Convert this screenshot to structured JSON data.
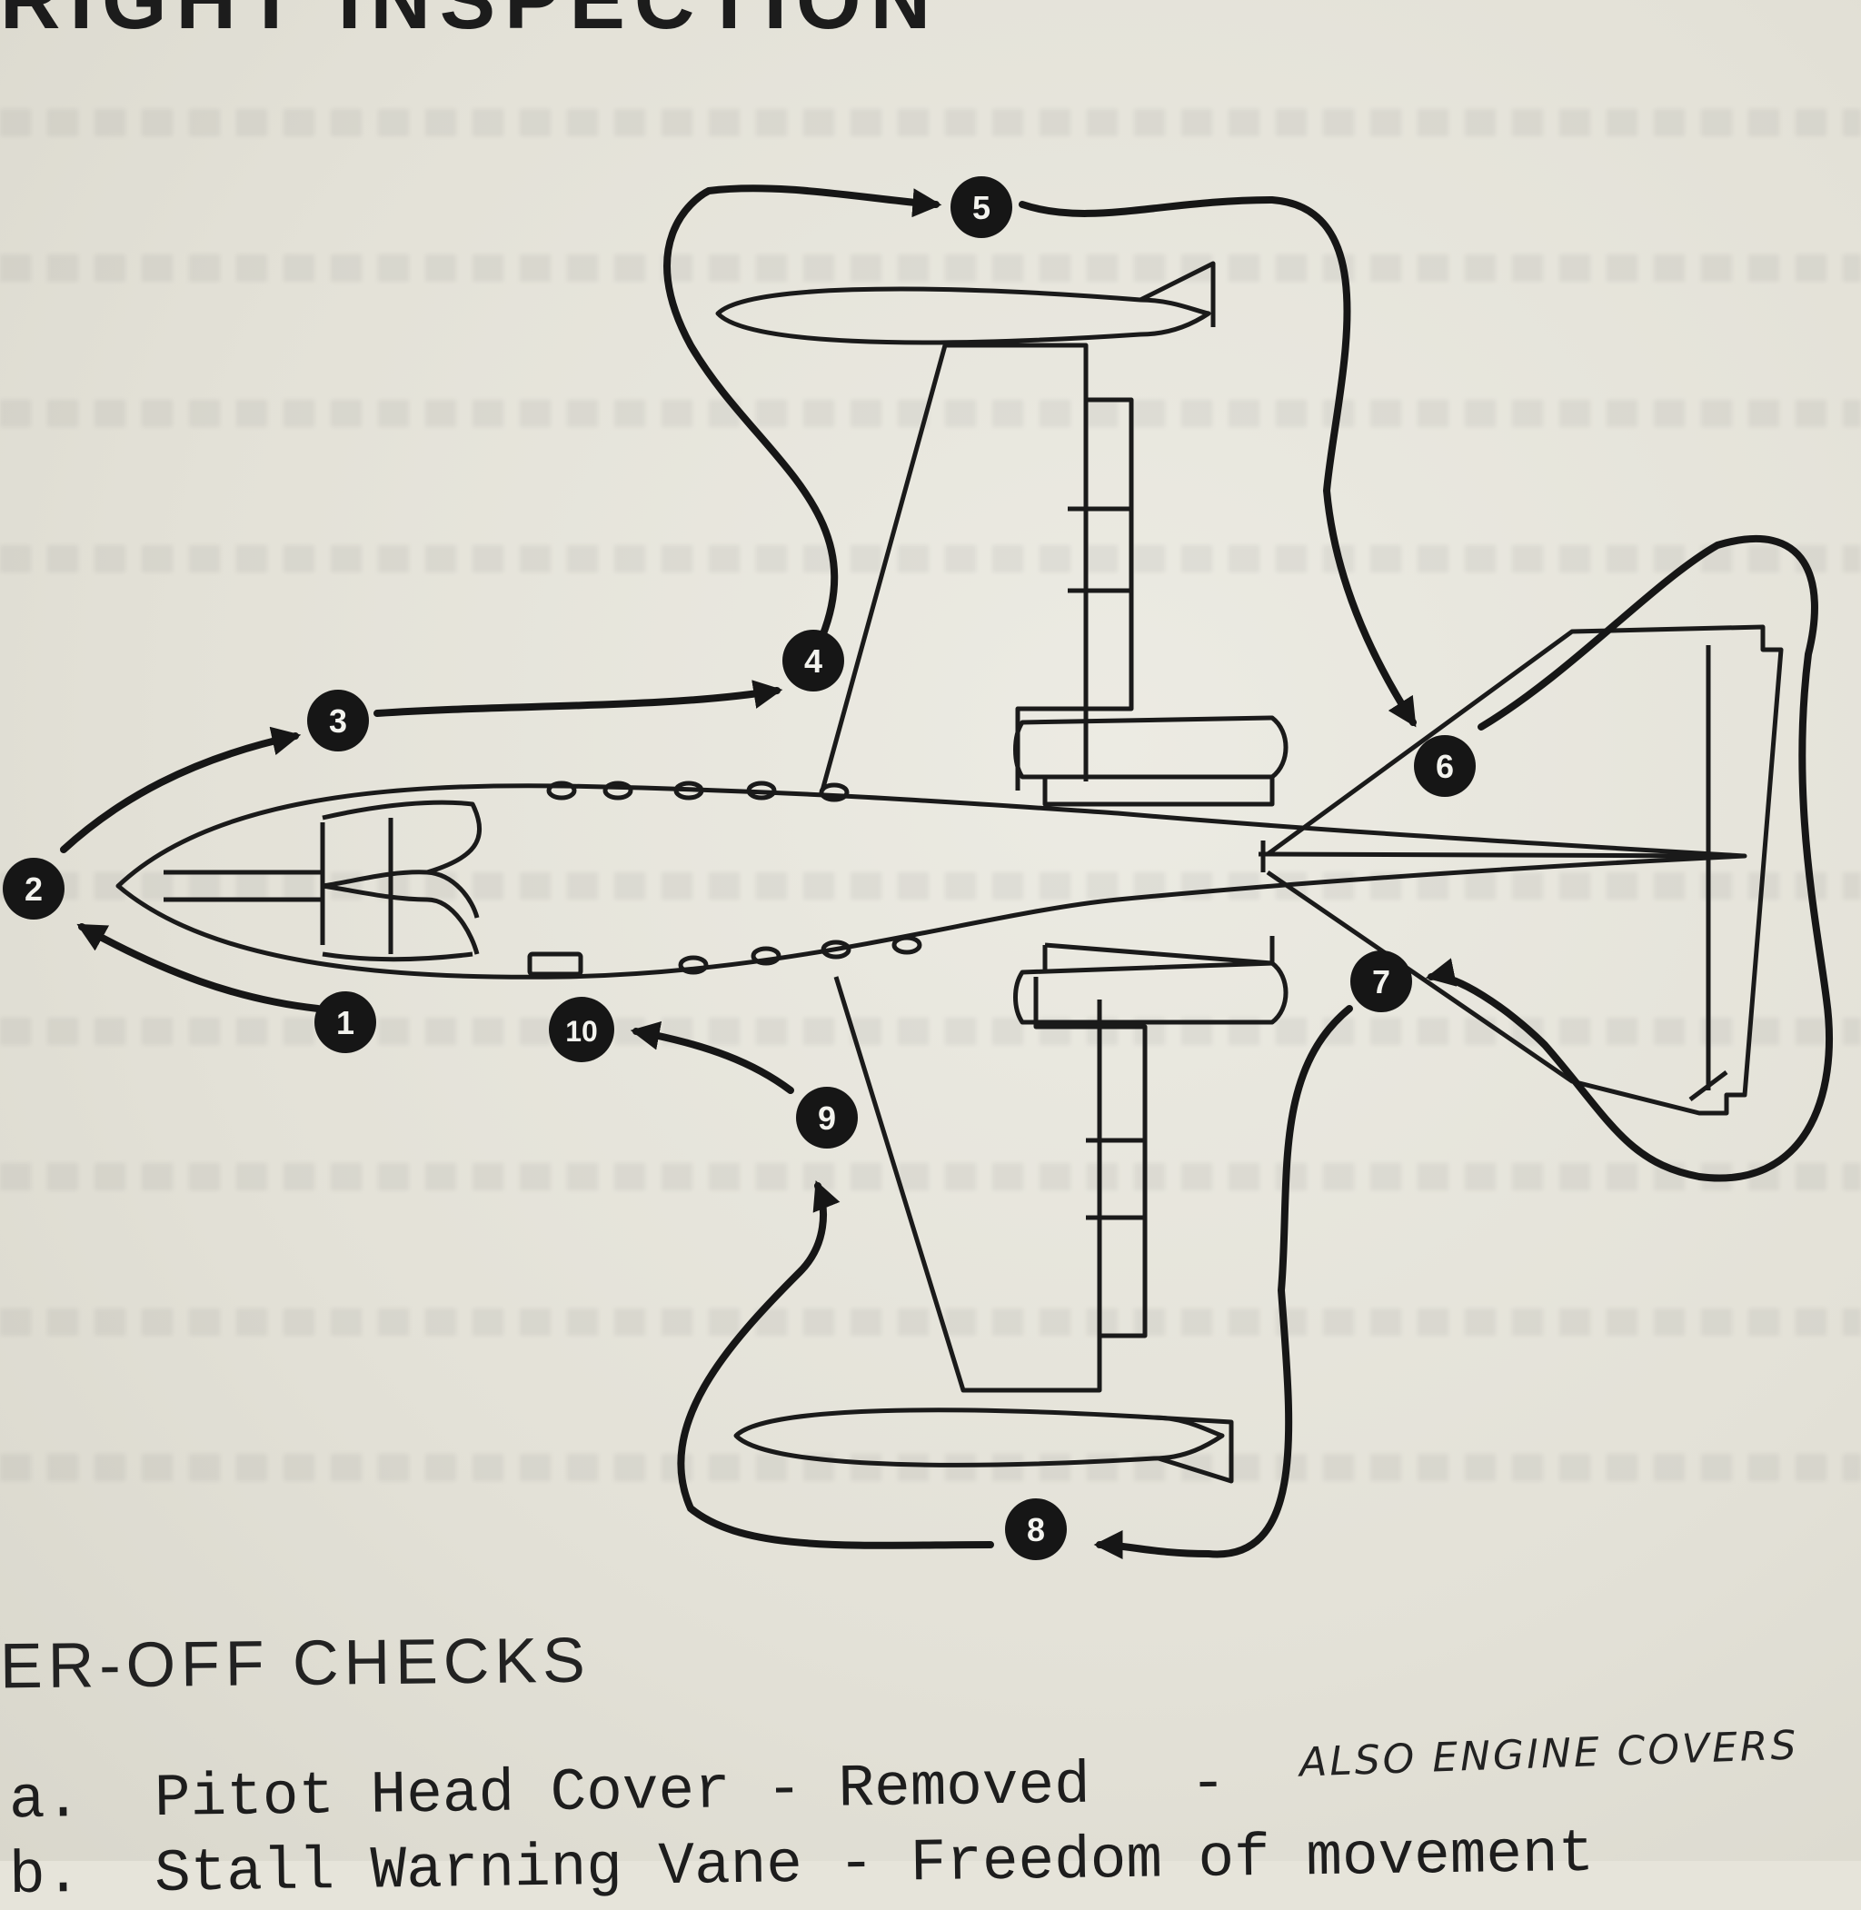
{
  "header": {
    "title": "RIGHT INSPECTION"
  },
  "route": {
    "stops": [
      {
        "label": "1"
      },
      {
        "label": "2"
      },
      {
        "label": "3"
      },
      {
        "label": "4"
      },
      {
        "label": "5"
      },
      {
        "label": "6"
      },
      {
        "label": "7"
      },
      {
        "label": "8"
      },
      {
        "label": "9"
      },
      {
        "label": "10"
      }
    ]
  },
  "section": {
    "title": "ER-OFF CHECKS"
  },
  "checklist": [
    {
      "letter": "a.",
      "item": "Pitot Head Cover",
      "status": "Removed"
    },
    {
      "letter": "b.",
      "item": "Stall Warning Vane",
      "status": "Freedom of movement"
    }
  ],
  "annotation": {
    "handwritten": "ALSO ENGINE COVERS"
  }
}
